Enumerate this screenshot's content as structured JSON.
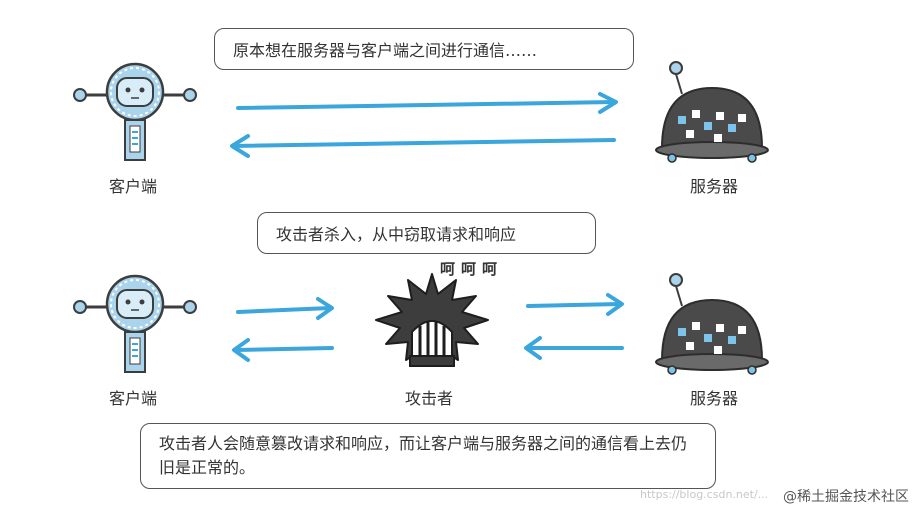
{
  "scene1": {
    "caption": "原本想在服务器与客户端之间进行通信……",
    "client_label": "客户端",
    "server_label": "服务器"
  },
  "scene2": {
    "caption": "攻击者杀入，从中窃取请求和响应",
    "laugh": "呵呵呵",
    "client_label": "客户端",
    "attacker_label": "攻击者",
    "server_label": "服务器"
  },
  "footer_caption": "攻击者人会随意篡改请求和响应，而让客户端与服务器之间的通信看上去仍旧是正常的。",
  "watermark": {
    "text": "@稀土掘金技术社区",
    "url": "https://blog.csdn.net/..."
  },
  "colors": {
    "arrow": "#3aa6dc",
    "robot_body": "#a9d4ec",
    "robot_outline": "#3d3d3d",
    "server_body": "#4a4a4a",
    "server_screen": "#7ec3ea"
  }
}
